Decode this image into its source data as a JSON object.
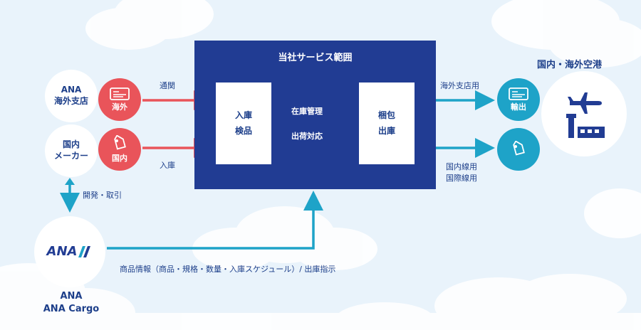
{
  "left_nodes": {
    "branch": {
      "line1": "ANA",
      "line2": "海外支店"
    },
    "maker": {
      "line1": "国内",
      "line2": "メーカー"
    }
  },
  "badges": {
    "overseas": "海外",
    "domestic": "国内",
    "export": "輸出"
  },
  "flow_labels": {
    "customs": "通関",
    "receiving": "入庫",
    "development": "開発・取引",
    "overseas_branch_use": "海外支店用",
    "domestic_intl_line_1": "国内線用",
    "domestic_intl_line_2": "国際線用",
    "product_info": "商品情報（商品・規格・数量・入庫スケジュール）/ 出庫指示"
  },
  "scope": {
    "title": "当社サービス範囲",
    "inbound_line1": "入庫",
    "inbound_line2": "検品",
    "mid_line1": "在庫管理",
    "mid_line2": "出荷対応",
    "outbound_line1": "梱包",
    "outbound_line2": "出庫"
  },
  "airport": {
    "title": "国内・海外空港"
  },
  "ana": {
    "logo_text": "ANA",
    "line1": "ANA",
    "line2": "ANA Cargo"
  },
  "colors": {
    "navy": "#213c93",
    "red": "#e9545a",
    "teal": "#1ea3c8",
    "text": "#1d3f8a"
  }
}
